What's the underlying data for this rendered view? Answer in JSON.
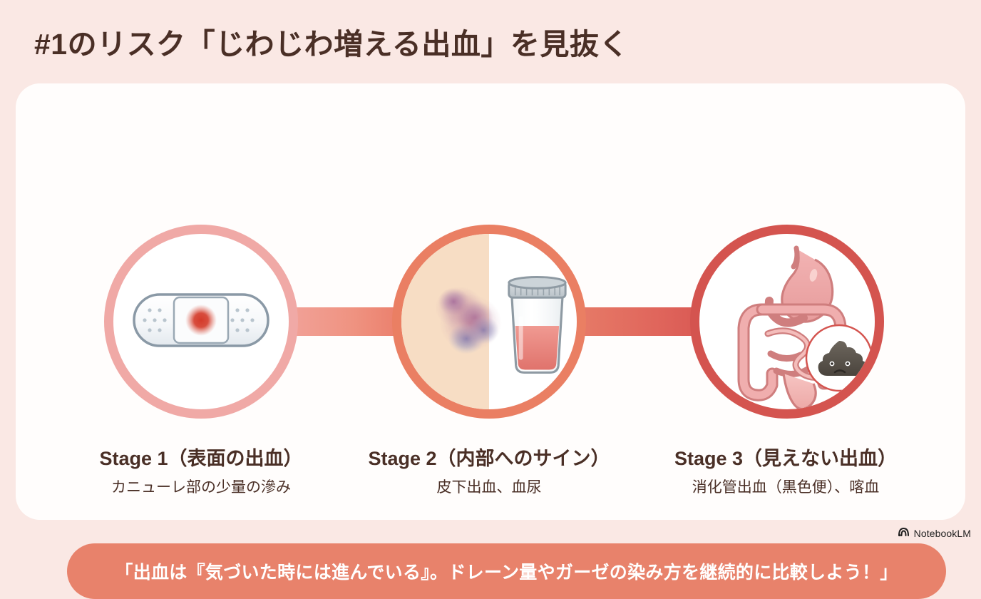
{
  "page": {
    "title": "#1のリスク「じわじわ増える出血」を見抜く",
    "background_color": "#fae8e4",
    "card_color": "#fffdfc",
    "text_color": "#4a2f26"
  },
  "stages": [
    {
      "id": "stage-1",
      "title": "Stage 1（表面の出血）",
      "subtitle": "カニューレ部の少量の滲み",
      "icon": "bandage-icon",
      "ring_color": "#f0a9a6"
    },
    {
      "id": "stage-2",
      "title": "Stage 2（内部へのサイン）",
      "subtitle": "皮下出血、血尿",
      "icon": "bruise-and-urine-sample-icon",
      "ring_color": "#ea7f63"
    },
    {
      "id": "stage-3",
      "title": "Stage 3（見えない出血）",
      "subtitle": "消化管出血（黒色便）、喀血",
      "icon": "digestive-tract-melena-icon",
      "ring_color": "#d4544f"
    }
  ],
  "connectors": [
    {
      "id": "connector-1",
      "from": "#f3aaa6",
      "to": "#e8705c"
    },
    {
      "id": "connector-2",
      "from": "#e8806a",
      "to": "#d4504e"
    }
  ],
  "banner": {
    "text": "「出血は『気づいた時には進んでいる』。ドレーン量やガーゼの染み方を継続的に比較しよう！」",
    "background_color": "#e8826b",
    "text_color": "#ffffff"
  },
  "watermark": {
    "label": "NotebookLM",
    "icon": "notebooklm-logo-icon"
  }
}
